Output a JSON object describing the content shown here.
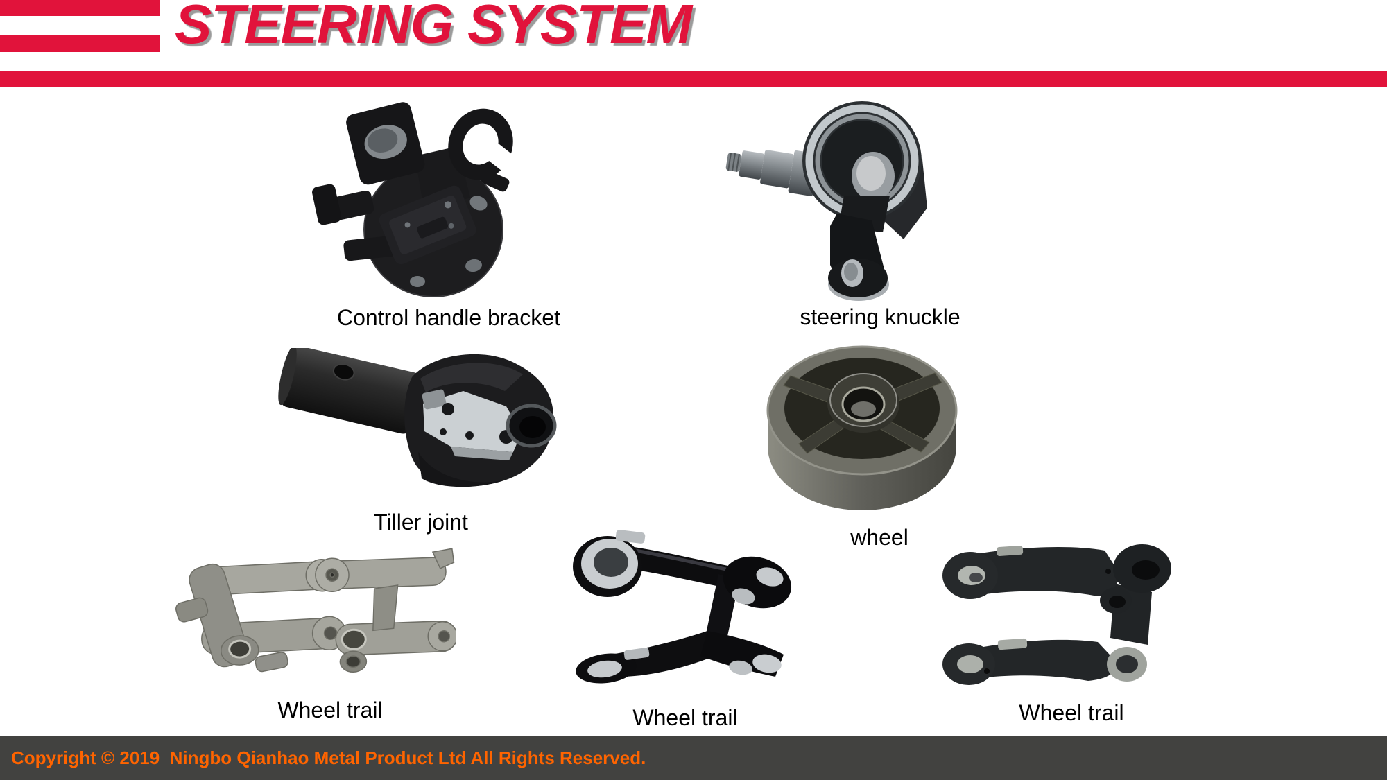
{
  "slide": {
    "title": "STEERING SYSTEM",
    "parts": [
      {
        "label": "Control handle bracket",
        "image": "control-handle-bracket-photo"
      },
      {
        "label": "steering knuckle",
        "image": "steering-knuckle-photo"
      },
      {
        "label": "Tiller joint",
        "image": "tiller-joint-photo"
      },
      {
        "label": "wheel",
        "image": "wheel-photo"
      },
      {
        "label": "Wheel trail",
        "image": "wheel-trail-left-photo"
      },
      {
        "label": "Wheel trail",
        "image": "wheel-trail-middle-photo"
      },
      {
        "label": "Wheel trail",
        "image": "wheel-trail-right-photo"
      }
    ],
    "footer": {
      "copyright": "Copyright © 2019  Ningbo Qianhao Metal Product Ltd All Rights Reserved."
    },
    "colors": {
      "brand_red": "#E1133B",
      "title_shadow": "#9B9B9B",
      "footer_bg": "#424240",
      "footer_text": "#FF6400",
      "label_text": "#000000"
    }
  }
}
